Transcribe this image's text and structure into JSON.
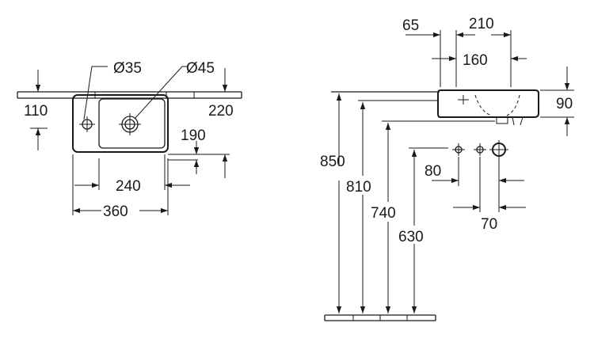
{
  "plan_view": {
    "hole_left_label": "Ø35",
    "hole_right_label": "Ø45",
    "dim_110": "110",
    "dim_220": "220",
    "dim_190": "190",
    "dim_240": "240",
    "dim_360": "360"
  },
  "side_view": {
    "dim_65": "65",
    "dim_210": "210",
    "dim_160": "160",
    "dim_90": "90",
    "dim_850": "850",
    "dim_810": "810",
    "dim_740": "740",
    "dim_630": "630",
    "dim_80": "80",
    "dim_70": "70"
  }
}
